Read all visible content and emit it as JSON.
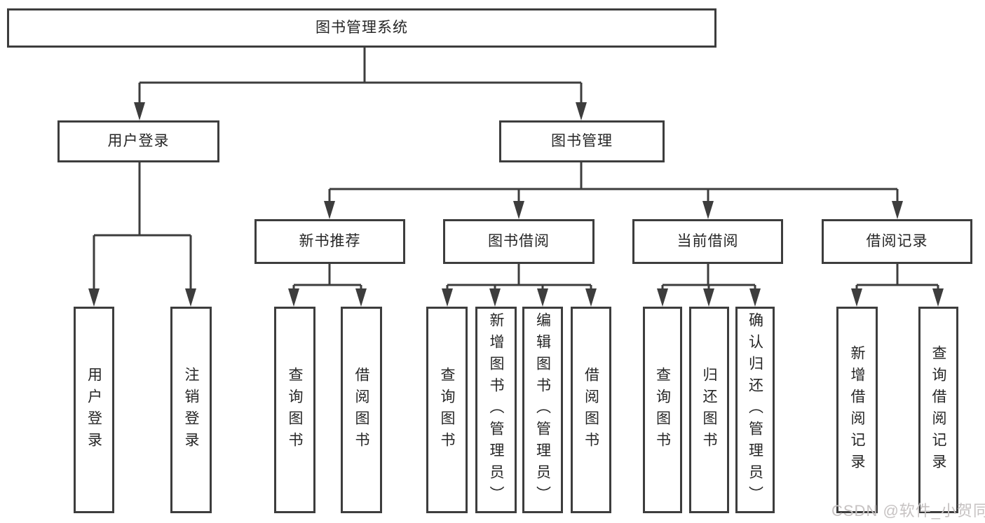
{
  "tree": {
    "label": "图书管理系统",
    "children": [
      {
        "label": "用户登录",
        "children": [
          {
            "label": "用户登录"
          },
          {
            "label": "注销登录"
          }
        ]
      },
      {
        "label": "图书管理",
        "children": [
          {
            "label": "新书推荐",
            "children": [
              {
                "label": "查询图书"
              },
              {
                "label": "借阅图书"
              }
            ]
          },
          {
            "label": "图书借阅",
            "children": [
              {
                "label": "查询图书"
              },
              {
                "label": "新增图书（管理员）"
              },
              {
                "label": "编辑图书（管理员）"
              },
              {
                "label": "借阅图书"
              }
            ]
          },
          {
            "label": "当前借阅",
            "children": [
              {
                "label": "查询图书"
              },
              {
                "label": "归还图书"
              },
              {
                "label": "确认归还（管理员）"
              }
            ]
          },
          {
            "label": "借阅记录",
            "children": [
              {
                "label": "新增借阅记录"
              },
              {
                "label": "查询借阅记录"
              }
            ]
          }
        ]
      }
    ]
  },
  "watermark": "CSDN @软件_小贺同学",
  "colors": {
    "line": "#3d3d3d",
    "text": "#262626",
    "watermark": "#c6c2c2",
    "background": "#ffffff"
  }
}
